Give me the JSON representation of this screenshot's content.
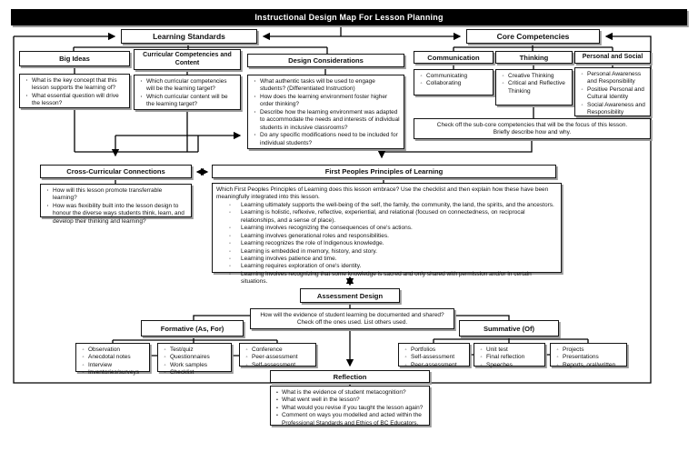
{
  "colors": {
    "title_bar_bg": "#000000",
    "title_bar_text": "#ffffff",
    "box_border": "#141414",
    "box_shadow": "#9b9b9b",
    "connector_line": "#000000"
  },
  "title_bar": {
    "title": "Instructional Design Map For Lesson Planning"
  },
  "sections": {
    "learning_standards": {
      "title": "Learning Standards"
    },
    "core_competencies": {
      "title": "Core Competencies"
    },
    "big_ideas": {
      "title": "Big Ideas",
      "items": [
        "What is the key concept that this lesson supports the learning of?",
        "What essential question will drive the lesson?"
      ]
    },
    "curricular": {
      "title": "Curricular Competencies and Content",
      "items": [
        "Which curricular competencies will be the learning target?",
        "Which curricular content will be the learning target?"
      ]
    },
    "design_considerations": {
      "title": "Design Considerations",
      "items": [
        "What authentic tasks will be used to engage students? (Differentiated Instruction)",
        "How does the learning environment foster higher order thinking?",
        "Describe how the learning environment was adapted to accommodate the needs and interests of individual students in inclusive classrooms?",
        "Do any specific modifications need to be included for individual students?"
      ]
    },
    "communication": {
      "title": "Communication",
      "items": [
        "Communicating",
        "Collaborating"
      ]
    },
    "thinking": {
      "title": "Thinking",
      "items": [
        "Creative Thinking",
        "Critical and Reflective Thinking"
      ]
    },
    "personal_social": {
      "title": "Personal and Social",
      "items": [
        "Personal Awareness and Responsibility",
        "Positive Personal and Cultural Identity",
        "Social Awareness and Responsibility"
      ]
    },
    "check_off": {
      "line1": "Check off the sub-core competencies that will be the focus of this lesson.",
      "line2": "Briefly describe how and why."
    },
    "cross_curricular": {
      "title": "Cross-Curricular Connections",
      "items": [
        "How will this lesson promote transferrable learning?",
        "How was flexibility built into the lesson design to honour the diverse ways students think, learn, and develop their thinking and learning?"
      ]
    },
    "first_peoples": {
      "title": "First Peoples Principles of Learning",
      "intro": "Which First Peoples Principles of Learning does this lesson embrace? Use the checklist and then explain how these have been meaningfully integrated into this lesson.",
      "principles": [
        "Learning ultimately supports the well-being of the self, the family, the community, the land, the spirits, and the ancestors.",
        "Learning is holistic, reflexive, reflective, experiential, and relational (focused on connectedness, on reciprocal relationships, and a sense of place).",
        "Learning involves recognizing the consequences of one's actions.",
        "Learning involves generational roles and responsibilities.",
        "Learning recognizes the role of Indigenous knowledge.",
        "Learning is embedded in memory, history, and story.",
        "Learning involves patience and time.",
        "Learning requires exploration of one's identity.",
        "Learning involves recognizing that some knowledge is sacred and only shared with permission and/or in certain situations."
      ]
    },
    "assessment_design": {
      "title": "Assessment Design"
    },
    "evidence": {
      "line1": "How will the evidence of student learning be documented and shared?",
      "line2": "Check off the ones used. List others used."
    },
    "formative": {
      "title": "Formative (As, For)",
      "group1": [
        "Observation",
        "Anecdotal notes",
        "Interview",
        "Inventories/surveys"
      ],
      "group2": [
        "Test/quiz",
        "Questionnaires",
        "Work samples",
        "Checklist"
      ],
      "group3": [
        "Conference",
        "Peer-assessment",
        "Self-assessment"
      ]
    },
    "summative": {
      "title": "Summative (Of)",
      "group1": [
        "Portfolios",
        "Self-assessment",
        "Peer-assessment"
      ],
      "group2": [
        "Unit test",
        "Final reflection",
        "Speeches"
      ],
      "group3": [
        "Projects",
        "Presentations",
        "Reports, oral/written"
      ]
    },
    "reflection": {
      "title": "Reflection",
      "items": [
        "What is the evidence of student metacognition?",
        "What went well in the lesson?",
        "What would you revise if you taught the lesson again?",
        "Comment on ways you modelled and acted within the Professional Standards and Ethics of BC Educators."
      ]
    }
  }
}
